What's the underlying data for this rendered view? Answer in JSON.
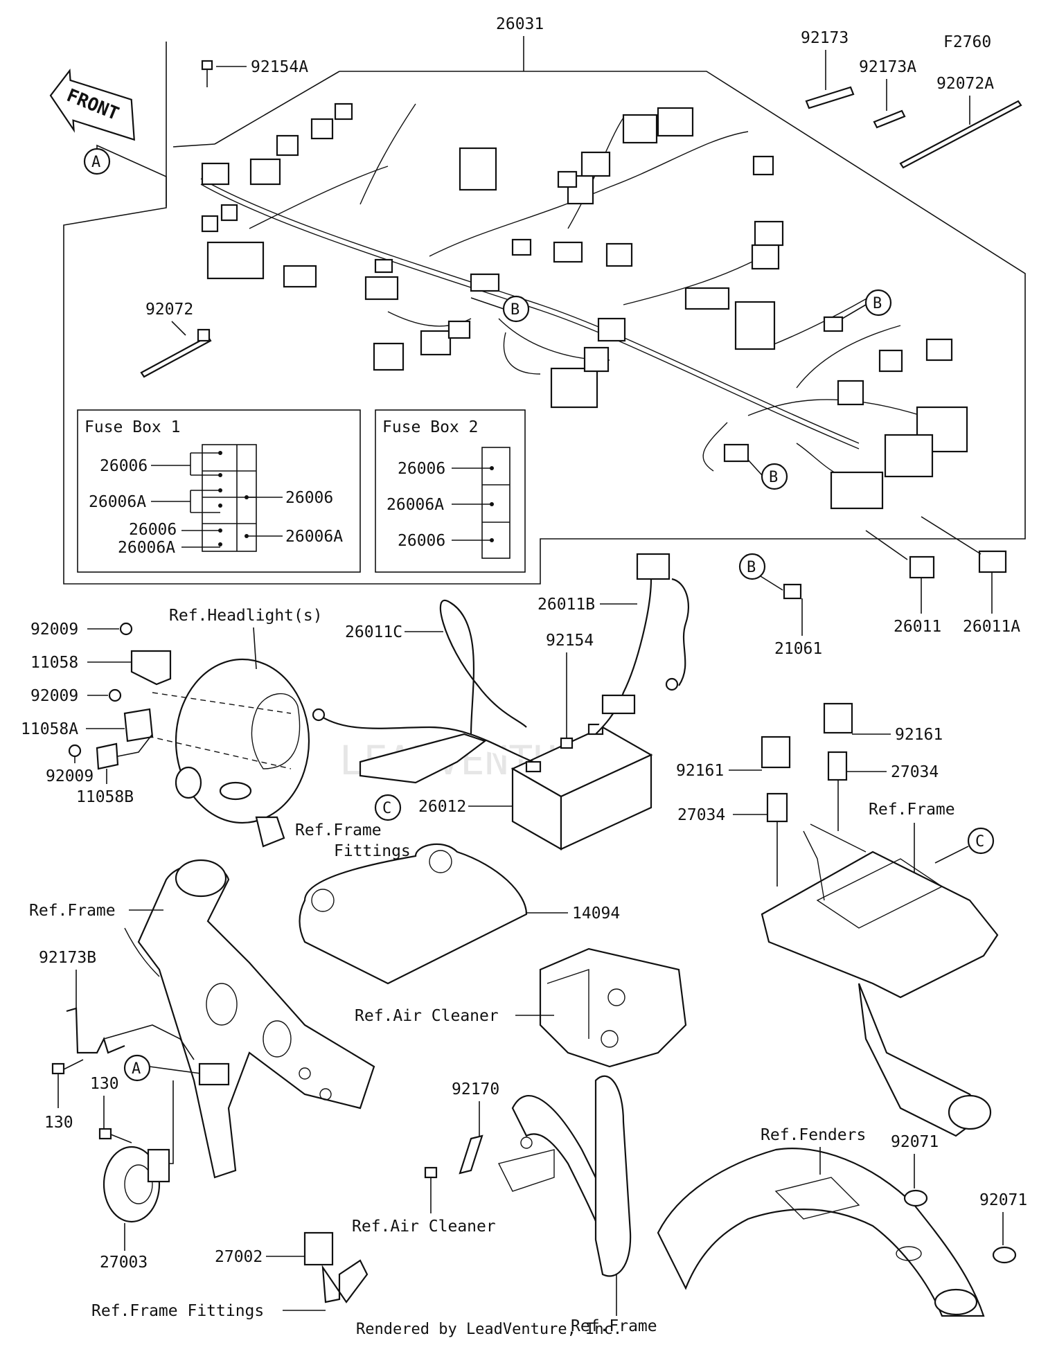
{
  "diagram": {
    "figure_code": "F2760",
    "front_arrow": "FRONT",
    "footer": "Rendered by LeadVenture, Inc.",
    "watermark": "LEADVENTURE",
    "circle_letters": {
      "a": "A",
      "b": "B",
      "c": "C"
    },
    "fuse_box_1": {
      "title": "Fuse Box 1",
      "left": [
        "26006",
        "26006A",
        "26006",
        "26006A"
      ],
      "right": [
        "26006",
        "26006A"
      ]
    },
    "fuse_box_2": {
      "title": "Fuse Box 2",
      "labels": [
        "26006",
        "26006A",
        "26006"
      ]
    },
    "parts": {
      "p26031": "26031",
      "p92173": "92173",
      "p92173A": "92173A",
      "p92072A": "92072A",
      "p92154A": "92154A",
      "p92072": "92072",
      "p21061": "21061",
      "p26011": "26011",
      "p26011A": "26011A",
      "p26011B": "26011B",
      "p26011C": "26011C",
      "p92154": "92154",
      "p26012": "26012",
      "p92161a": "92161",
      "p92161b": "92161",
      "p27034a": "27034",
      "p27034b": "27034",
      "p14094": "14094",
      "p92009a": "92009",
      "p92009b": "92009",
      "p92009c": "92009",
      "p11058": "11058",
      "p11058A": "11058A",
      "p11058B": "11058B",
      "p92173B": "92173B",
      "p130a": "130",
      "p130b": "130",
      "p27003": "27003",
      "p27002": "27002",
      "p92170": "92170",
      "p92071a": "92071",
      "p92071b": "92071"
    },
    "refs": {
      "headlight": "Ref.Headlight(s)",
      "frame_fittings_1": "Ref.Frame",
      "frame_fittings_2": "Fittings",
      "frame_right": "Ref.Frame",
      "frame_left": "Ref.Frame",
      "air_cleaner_1": "Ref.Air Cleaner",
      "air_cleaner_2": "Ref.Air Cleaner",
      "fenders": "Ref.Fenders",
      "frame_fittings_bottom": "Ref.Frame Fittings",
      "frame_bottom": "Ref.Frame"
    }
  }
}
